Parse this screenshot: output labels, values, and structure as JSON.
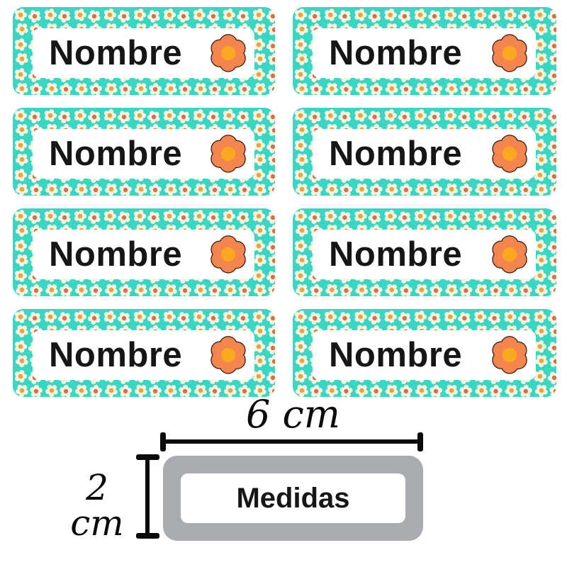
{
  "labels": {
    "items": [
      {
        "text": "Nombre"
      },
      {
        "text": "Nombre"
      },
      {
        "text": "Nombre"
      },
      {
        "text": "Nombre"
      },
      {
        "text": "Nombre"
      },
      {
        "text": "Nombre"
      },
      {
        "text": "Nombre"
      },
      {
        "text": "Nombre"
      }
    ]
  },
  "diagram": {
    "width_label": "6 cm",
    "height_label": "2 cm",
    "box_label": "Medidas"
  },
  "colors": {
    "teal": "#36d8c5",
    "daisy_petal": "#fff5de",
    "daisy_center_orange": "#efa13d",
    "daisy_center_red": "#db6d4d",
    "panel_white": "#ffffff",
    "text_black": "#161616",
    "flower_fill": "#f5854f",
    "flower_outline": "#331d12",
    "flower_center": "#f9a81f",
    "measure_gray": "#a8acb1",
    "dimension_line": "#0b0b0b"
  }
}
